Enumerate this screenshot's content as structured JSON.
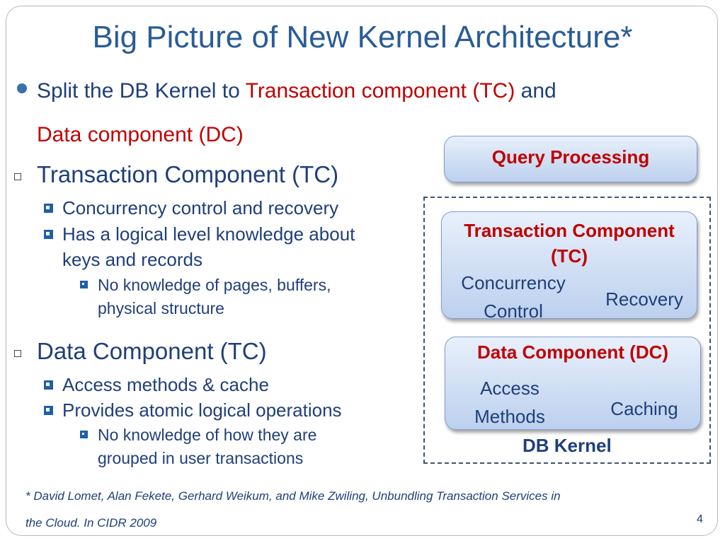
{
  "title": "Big Picture of New Kernel Architecture*",
  "intro": {
    "prefix": "Split the DB Kernel to ",
    "tc": "Transaction component (TC)",
    "and": " and",
    "dc": "Data component (DC)"
  },
  "section_tc": {
    "heading": "Transaction Component (TC)",
    "bullet1": "Concurrency control and recovery",
    "bullet2_line1": "Has a logical level  knowledge about",
    "bullet2_line2": "keys and records",
    "sub_line1": "No knowledge of pages, buffers,",
    "sub_line2": "physical structure"
  },
  "section_dc": {
    "heading": "Data Component (TC)",
    "bullet1": "Access methods & cache",
    "bullet2": "Provides atomic logical operations",
    "sub_line1": "No knowledge of how they are",
    "sub_line2": "grouped in user transactions"
  },
  "diagram": {
    "query_processing": "Query Processing",
    "tc_box": {
      "title_line1": "Transaction Component",
      "title_line2": "(TC)",
      "left_line1": "Concurrency",
      "left_line2": "Control",
      "right": "Recovery"
    },
    "dc_box": {
      "title": "Data Component (DC)",
      "left_line1": "Access",
      "left_line2": "Methods",
      "right": "Caching"
    },
    "kernel_label": "DB Kernel"
  },
  "citation": {
    "line1": "* David Lomet, Alan Fekete, Gerhard Weikum, and Mike Zwiling, Unbundling Transaction Services in",
    "line2": "the Cloud. In CIDR 2009"
  },
  "page_number": "4",
  "colors": {
    "title": "#2a5c96",
    "body_text": "#1f3f7a",
    "highlight": "#c00000",
    "box_gradient_top": "#e8f0fb",
    "box_gradient_bottom": "#bcd0ee"
  }
}
